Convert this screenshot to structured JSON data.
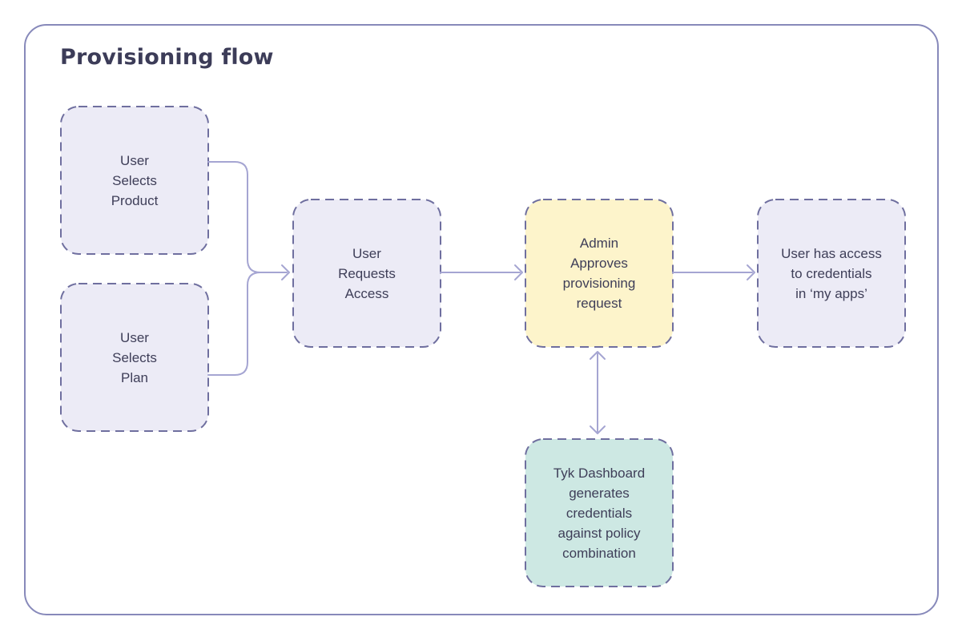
{
  "diagram": {
    "title": "Provisioning flow",
    "nodes": [
      {
        "id": "user-selects-product",
        "label": "User\nSelects\nProduct",
        "fill": "#ecebf6"
      },
      {
        "id": "user-selects-plan",
        "label": "User\nSelects\nPlan",
        "fill": "#ecebf6"
      },
      {
        "id": "user-requests-access",
        "label": "User\nRequests\nAccess",
        "fill": "#ecebf6"
      },
      {
        "id": "admin-approves",
        "label": "Admin\nApproves\nprovisioning\nrequest",
        "fill": "#fdf4cb"
      },
      {
        "id": "user-has-access",
        "label": "User has access\nto credentials\nin ‘my apps’",
        "fill": "#ecebf6"
      },
      {
        "id": "tyk-dashboard",
        "label": "Tyk Dashboard\ngenerates\ncredentials\nagainst policy\ncombination",
        "fill": "#cde8e3"
      }
    ],
    "arrows": [
      {
        "from": "user-selects-product",
        "to": "user-requests-access",
        "type": "merge"
      },
      {
        "from": "user-selects-plan",
        "to": "user-requests-access",
        "type": "merge"
      },
      {
        "from": "user-requests-access",
        "to": "admin-approves",
        "type": "single"
      },
      {
        "from": "admin-approves",
        "to": "user-has-access",
        "type": "single"
      },
      {
        "from": "admin-approves",
        "to": "tyk-dashboard",
        "type": "bidirectional"
      }
    ],
    "colors": {
      "frame_border": "#8789ba",
      "node_border": "#6f6f9f",
      "arrow": "#a5a5d2",
      "lavender_fill": "#ecebf6",
      "yellow_fill": "#fdf4cb",
      "teal_fill": "#cde8e3",
      "title_text": "#3c3c58",
      "node_text": "#3e3e58"
    }
  }
}
